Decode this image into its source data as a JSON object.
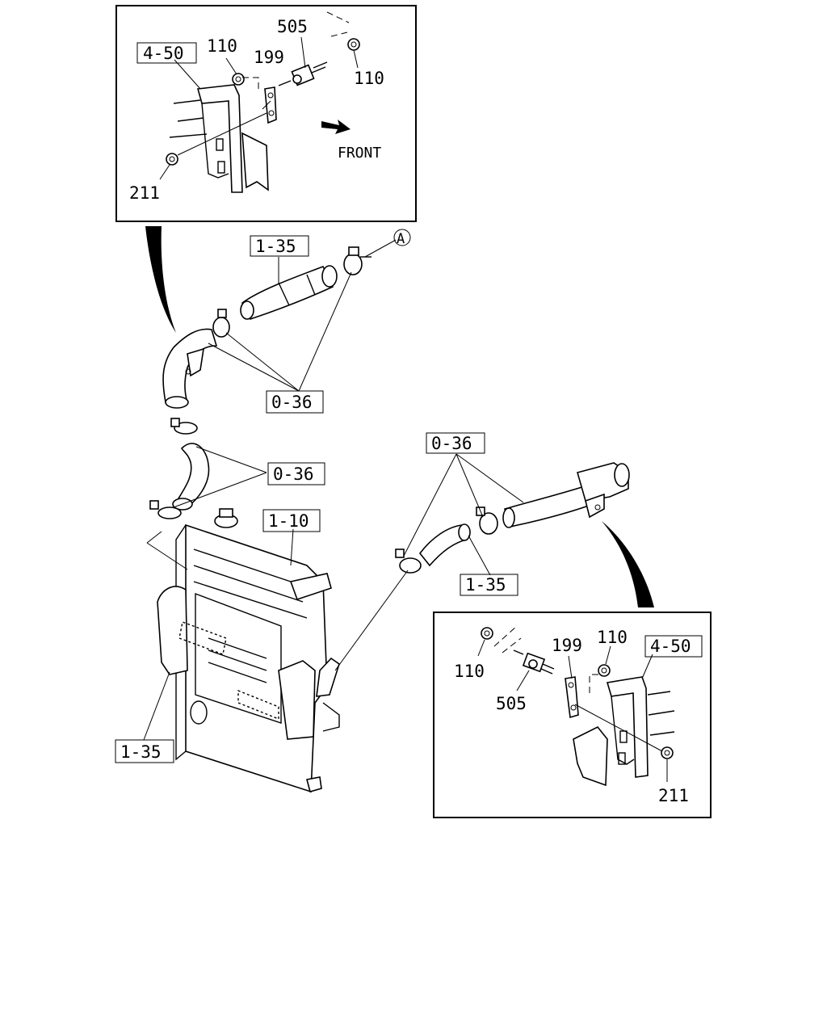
{
  "callouts": {
    "inset_top": {
      "ref_4_50": "4-50",
      "p505": "505",
      "p110_left": "110",
      "p199": "199",
      "p110_right": "110",
      "p211": "211",
      "front": "FRONT"
    },
    "main": {
      "ref_1_35_top": "1-35",
      "circle_a": "A",
      "ref_0_36_mid": "0-36",
      "ref_0_36_left": "0-36",
      "ref_0_36_right": "0-36",
      "ref_1_10": "1-10",
      "ref_1_35_right": "1-35",
      "ref_1_35_bottom": "1-35"
    },
    "inset_bottom": {
      "p110_left": "110",
      "p199": "199",
      "p110_right": "110",
      "ref_4_50": "4-50",
      "p505": "505",
      "p211": "211"
    }
  }
}
